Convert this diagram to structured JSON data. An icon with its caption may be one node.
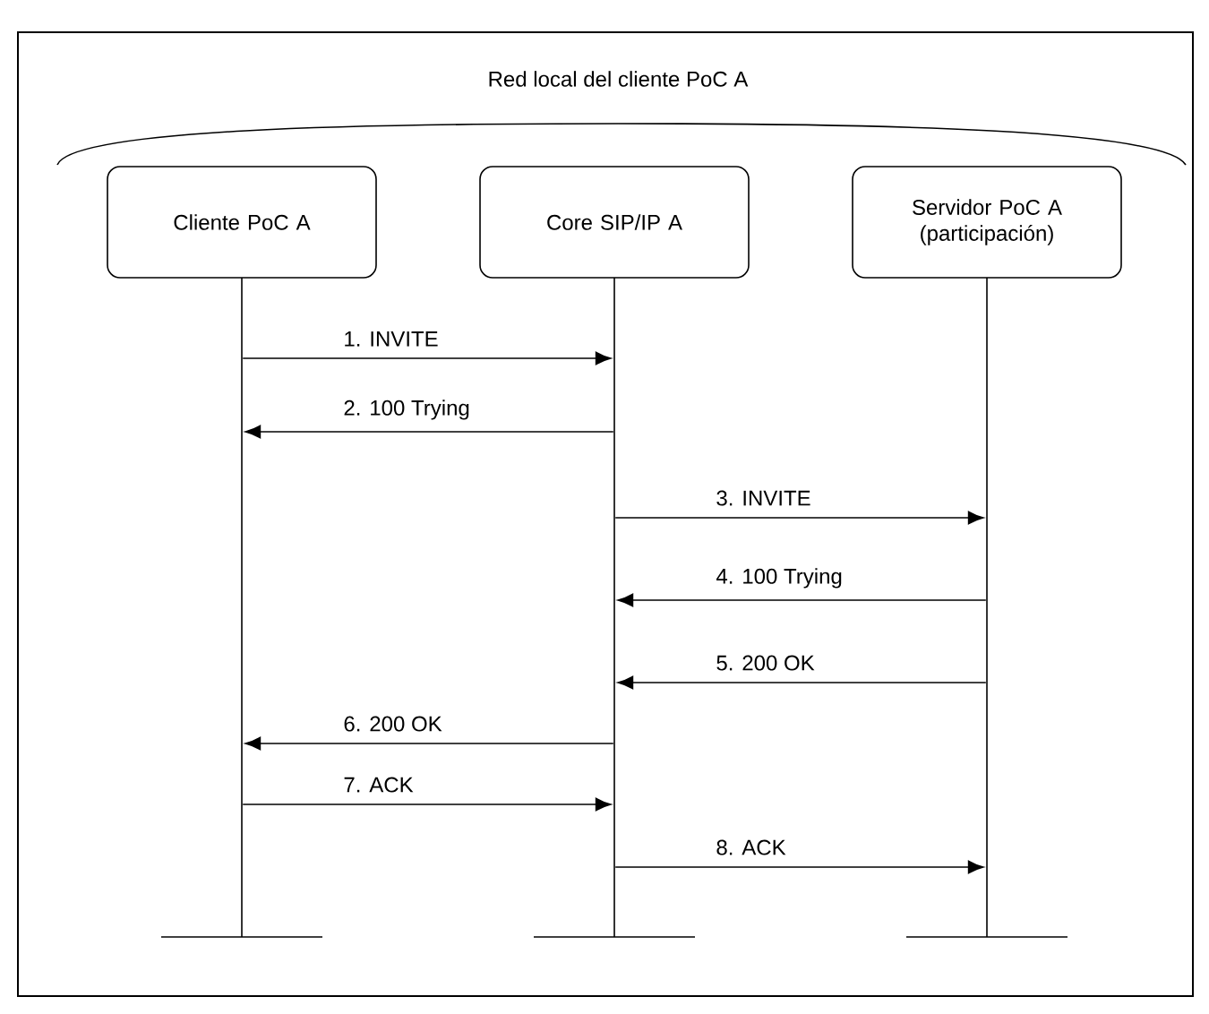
{
  "diagram": {
    "title": "Red local del cliente PoC A",
    "nodes": [
      {
        "text": [
          "Cliente PoC A"
        ]
      },
      {
        "text": [
          "Core SIP/IP A"
        ]
      },
      {
        "text": [
          "Servidor PoC A (participación)"
        ]
      },
      {
        "text": [],
        "shape": "bar"
      },
      {
        "text": [],
        "shape": "bar"
      },
      {
        "text": [],
        "shape": "bar"
      }
    ],
    "edges": [
      {
        "from": 3,
        "to": 4,
        "arrow": "to",
        "label": "1. INVITE"
      },
      {
        "from": 4,
        "to": 3,
        "arrow": "to",
        "label": "2. 100 Trying"
      },
      {
        "from": 4,
        "to": 5,
        "arrow": "to",
        "label": "3. INVITE"
      },
      {
        "from": 5,
        "to": 4,
        "arrow": "to",
        "label": "4. 100 Trying"
      },
      {
        "from": 5,
        "to": 4,
        "arrow": "to",
        "label": "5. 200 OK"
      },
      {
        "from": 4,
        "to": 3,
        "arrow": "to",
        "label": "6. 200 OK"
      },
      {
        "from": 3,
        "to": 4,
        "arrow": "to",
        "label": "7. ACK"
      },
      {
        "from": 4,
        "to": 5,
        "arrow": "to",
        "label": "8. ACK"
      }
    ]
  }
}
